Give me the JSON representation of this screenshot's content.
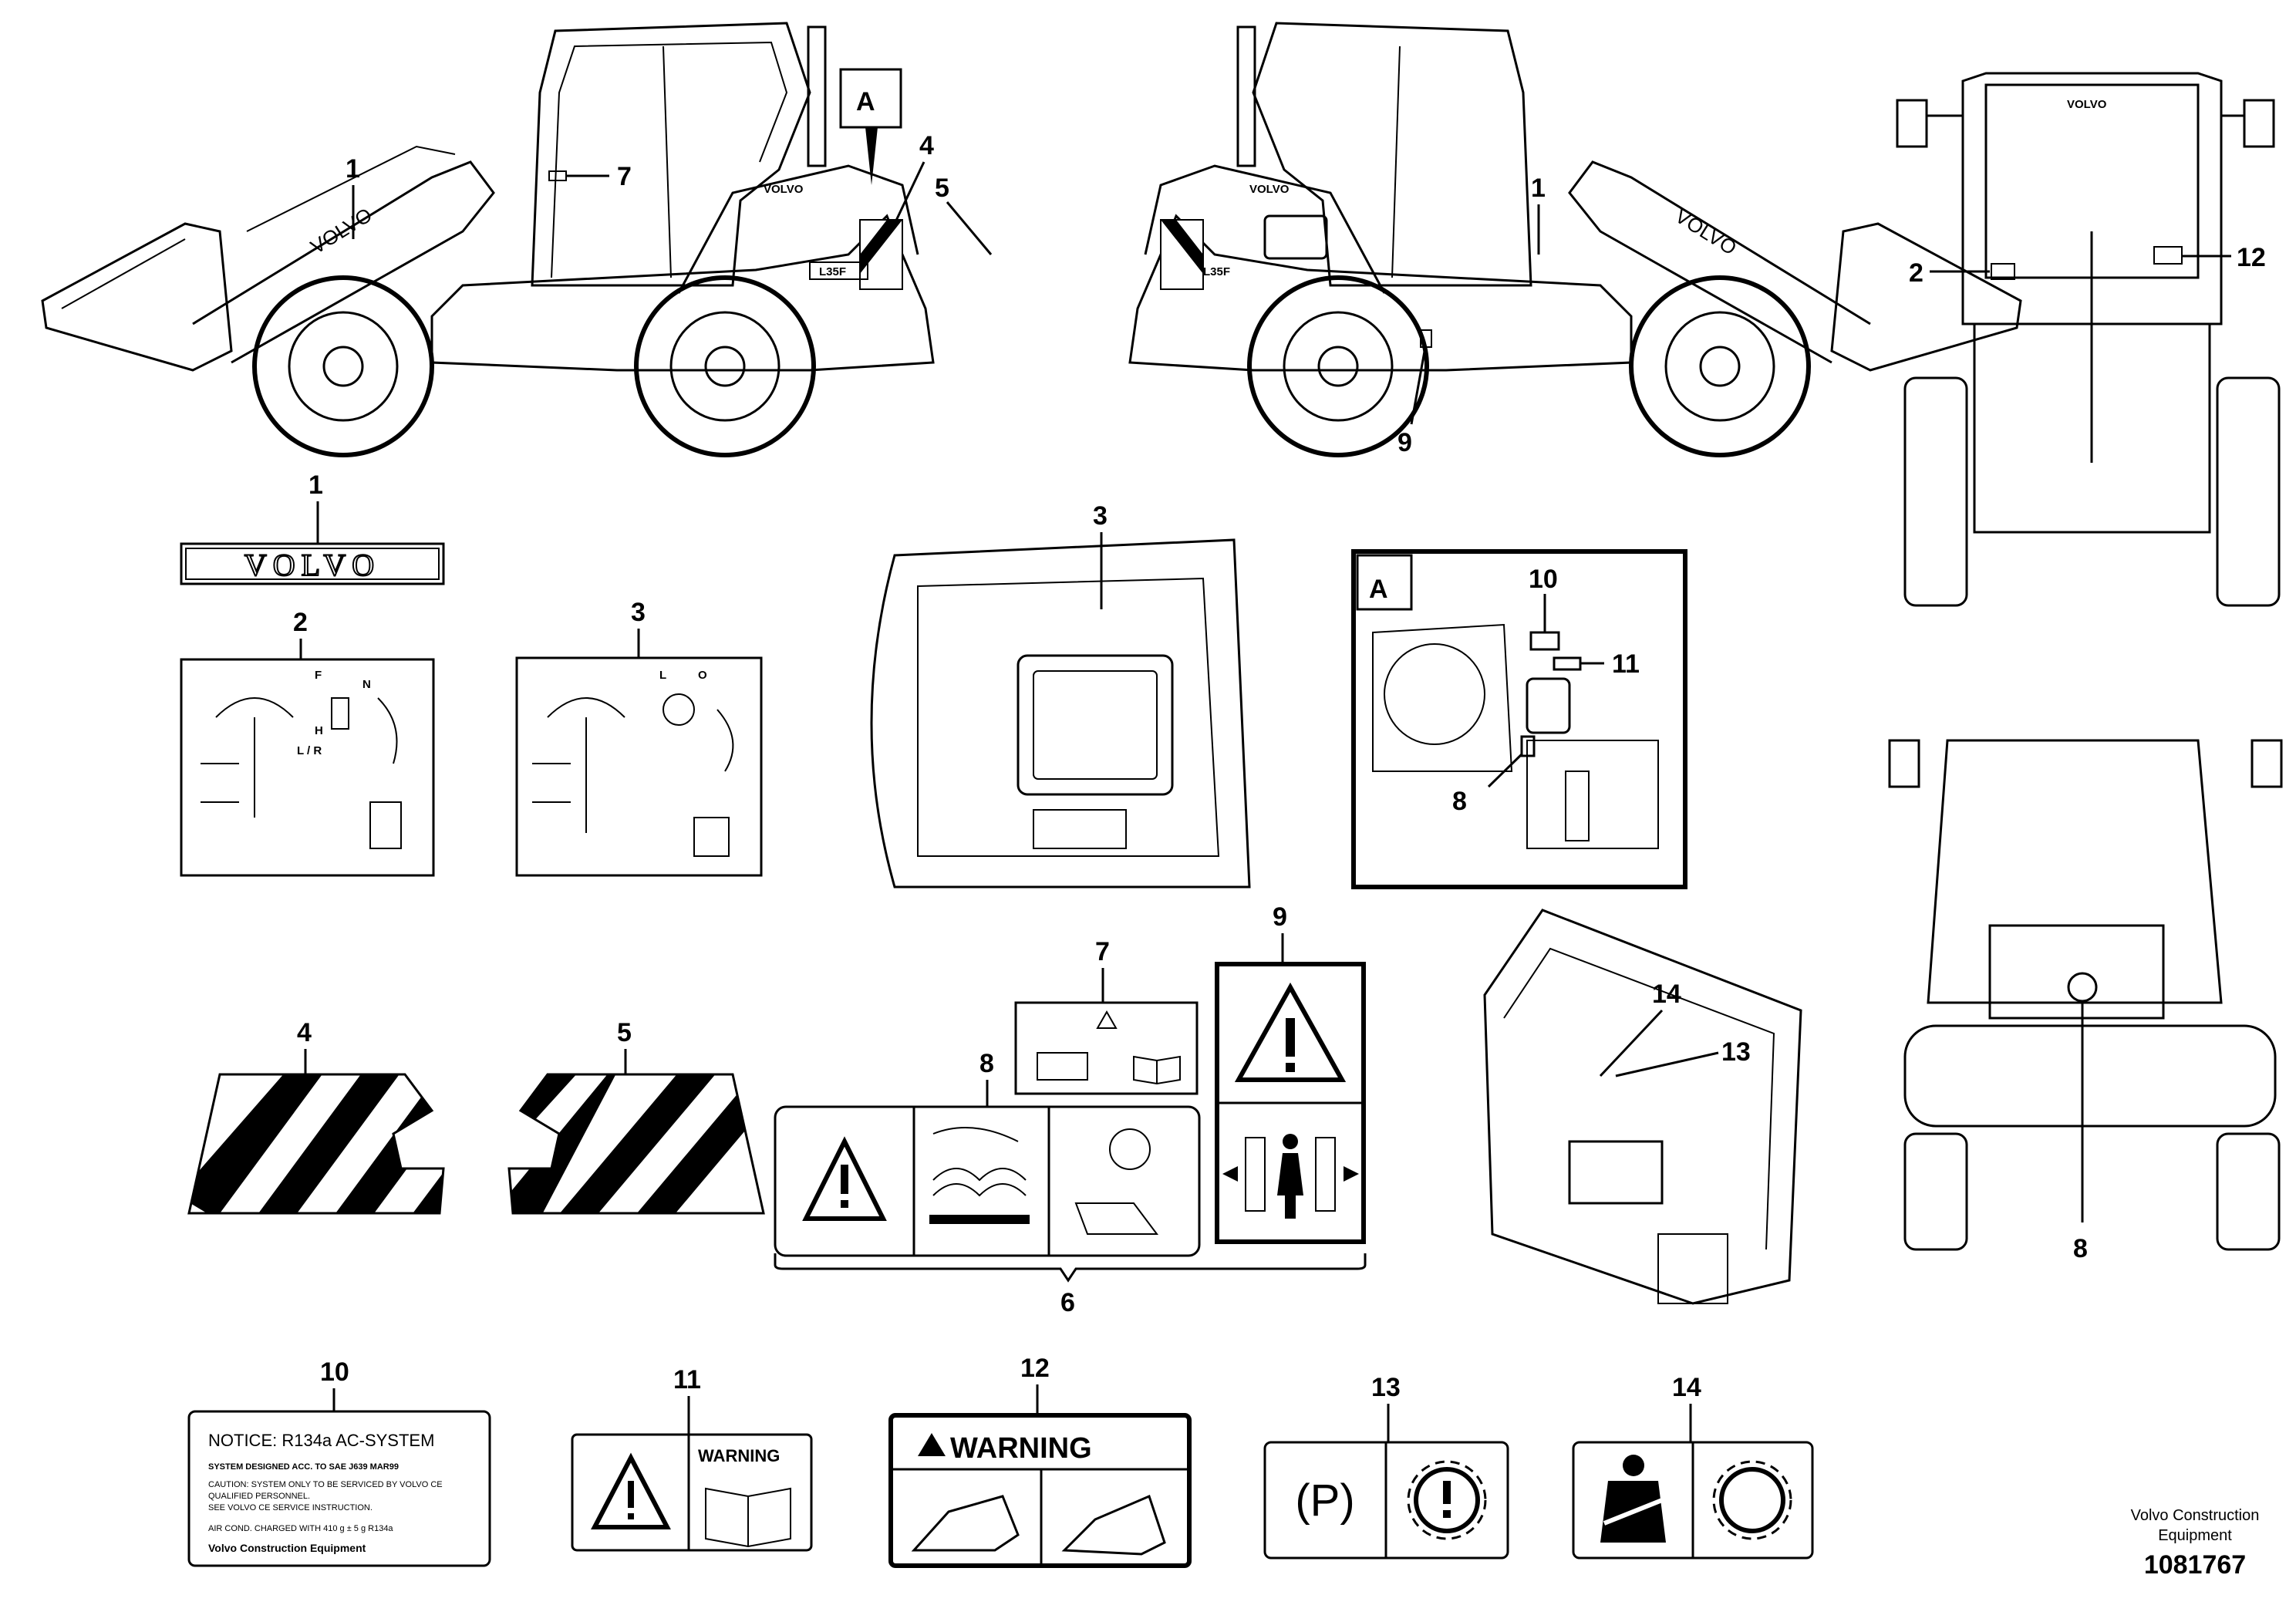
{
  "callouts": {
    "n1": "1",
    "n2": "2",
    "n3": "3",
    "n4": "4",
    "n5": "5",
    "n6": "6",
    "n7": "7",
    "n8": "8",
    "n9": "9",
    "n10": "10",
    "n11": "11",
    "n12": "12",
    "n13": "13",
    "n14": "14",
    "detail": "A"
  },
  "logo_text": "VOLVO",
  "model_badge": "L35F",
  "decal_10": {
    "title": "NOTICE: R134a AC-SYSTEM",
    "line1": "SYSTEM DESIGNED ACC. TO SAE J639 MAR99",
    "line2": "CAUTION: SYSTEM ONLY TO BE SERVICED BY VOLVO CE",
    "line3": "QUALIFIED PERSONNEL.",
    "line4": "SEE VOLVO CE SERVICE INSTRUCTION.",
    "line5": "AIR COND. CHARGED WITH 410 g ± 5 g  R134a",
    "brand": "Volvo Construction Equipment"
  },
  "decal_11": {
    "label": "WARNING"
  },
  "decal_12": {
    "label": "WARNING"
  },
  "decal_13": {
    "symbol": "(P)"
  },
  "lever_labels": {
    "F": "F",
    "N": "N",
    "H": "H",
    "LR": "L / R",
    "L": "L",
    "O": "O"
  },
  "footer": {
    "company_line1": "Volvo Construction",
    "company_line2": "Equipment",
    "doc_number": "1081767"
  }
}
